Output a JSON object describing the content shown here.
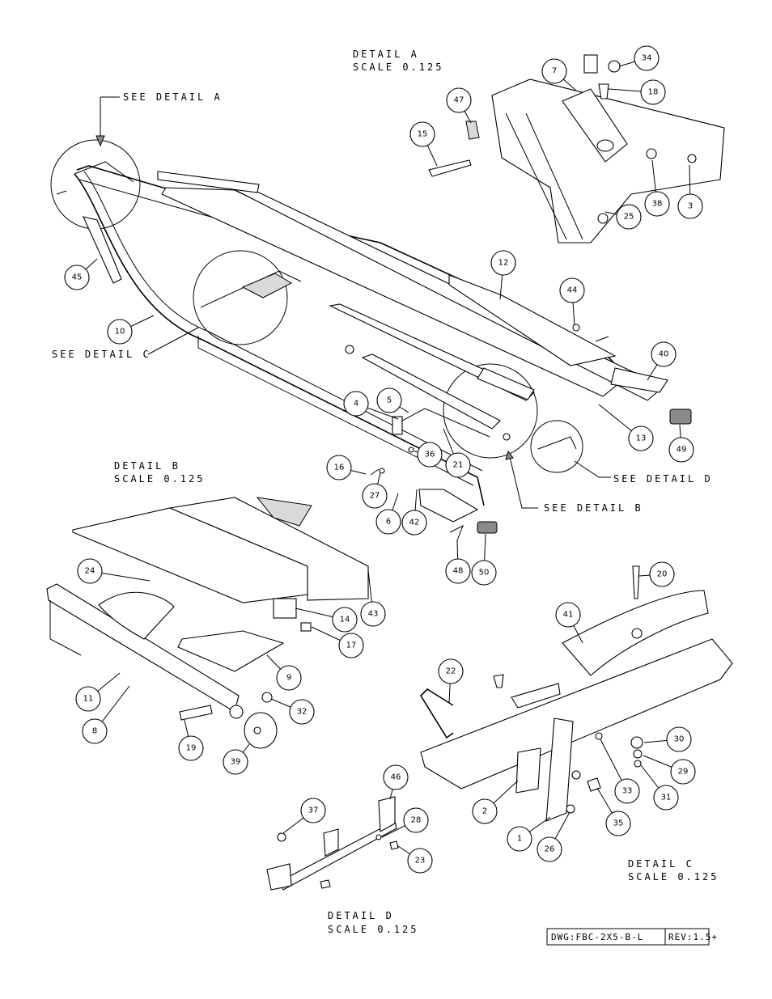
{
  "details": {
    "a_title": "DETAIL  A",
    "a_scale": "SCALE  0.125",
    "b_title": "DETAIL  B",
    "b_scale": "SCALE  0.125",
    "c_title": "DETAIL  C",
    "c_scale": "SCALE  0.125",
    "d_title": "DETAIL  D",
    "d_scale": "SCALE  0.125"
  },
  "callouts": {
    "see_a": "SEE DETAIL  A",
    "see_b": "SEE DETAIL  B",
    "see_c": "SEE DETAIL  C",
    "see_d": "SEE DETAIL  D"
  },
  "title_block": {
    "dwg": "DWG:FBC-2X5-B-L",
    "rev": "REV:1.5+"
  },
  "balloons": [
    {
      "id": "34",
      "label": "34"
    },
    {
      "id": "7",
      "label": "7"
    },
    {
      "id": "18",
      "label": "18"
    },
    {
      "id": "47",
      "label": "47"
    },
    {
      "id": "15",
      "label": "15"
    },
    {
      "id": "25",
      "label": "25"
    },
    {
      "id": "38",
      "label": "38"
    },
    {
      "id": "3",
      "label": "3"
    },
    {
      "id": "45",
      "label": "45"
    },
    {
      "id": "10",
      "label": "10"
    },
    {
      "id": "12",
      "label": "12"
    },
    {
      "id": "44",
      "label": "44"
    },
    {
      "id": "40",
      "label": "40"
    },
    {
      "id": "13",
      "label": "13"
    },
    {
      "id": "49",
      "label": "49"
    },
    {
      "id": "4",
      "label": "4"
    },
    {
      "id": "5",
      "label": "5"
    },
    {
      "id": "36",
      "label": "36"
    },
    {
      "id": "21",
      "label": "21"
    },
    {
      "id": "16",
      "label": "16"
    },
    {
      "id": "27",
      "label": "27"
    },
    {
      "id": "6",
      "label": "6"
    },
    {
      "id": "42",
      "label": "42"
    },
    {
      "id": "48",
      "label": "48"
    },
    {
      "id": "50",
      "label": "50"
    },
    {
      "id": "24",
      "label": "24"
    },
    {
      "id": "14",
      "label": "14"
    },
    {
      "id": "43",
      "label": "43"
    },
    {
      "id": "17",
      "label": "17"
    },
    {
      "id": "9",
      "label": "9"
    },
    {
      "id": "11",
      "label": "11"
    },
    {
      "id": "8",
      "label": "8"
    },
    {
      "id": "32",
      "label": "32"
    },
    {
      "id": "19",
      "label": "19"
    },
    {
      "id": "39",
      "label": "39"
    },
    {
      "id": "20",
      "label": "20"
    },
    {
      "id": "41",
      "label": "41"
    },
    {
      "id": "22",
      "label": "22"
    },
    {
      "id": "30",
      "label": "30"
    },
    {
      "id": "29",
      "label": "29"
    },
    {
      "id": "31",
      "label": "31"
    },
    {
      "id": "33",
      "label": "33"
    },
    {
      "id": "2",
      "label": "2"
    },
    {
      "id": "35",
      "label": "35"
    },
    {
      "id": "1",
      "label": "1"
    },
    {
      "id": "26",
      "label": "26"
    },
    {
      "id": "46",
      "label": "46"
    },
    {
      "id": "37",
      "label": "37"
    },
    {
      "id": "28",
      "label": "28"
    },
    {
      "id": "23",
      "label": "23"
    }
  ]
}
